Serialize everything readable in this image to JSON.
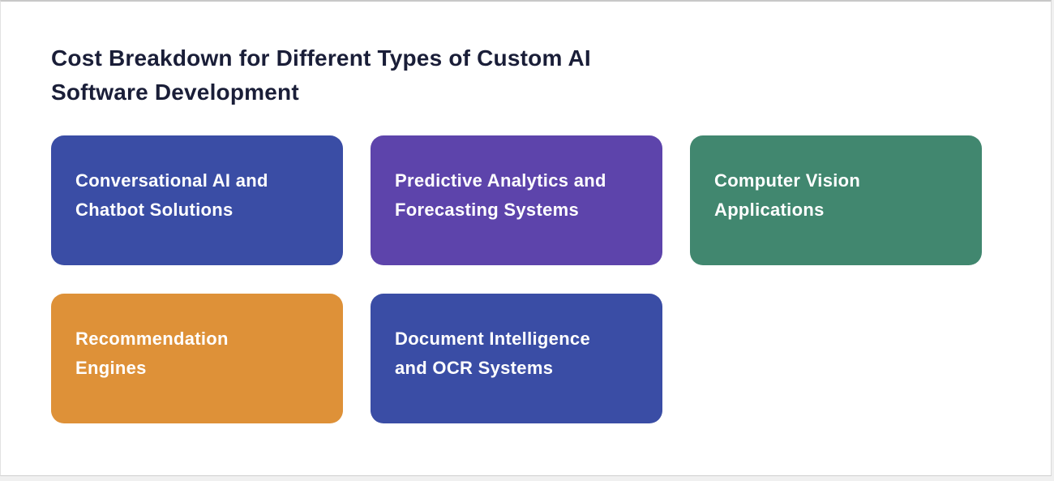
{
  "page": {
    "background_color": "#ffffff",
    "frame_border_color": "#c8c8c8",
    "title": "Cost Breakdown for Different Types of Custom AI Software Development",
    "title_lines": [
      "Cost Breakdown for Different Types of Custom AI",
      "Software Development"
    ],
    "title_color": "#1a1e38"
  },
  "cards": [
    {
      "label": "Conversational AI and Chatbot Solutions",
      "lines": [
        "Conversational AI and",
        "Chatbot Solutions"
      ],
      "color": "#3a4da5",
      "text_color": "#ffffff"
    },
    {
      "label": "Predictive Analytics and Forecasting Systems",
      "lines": [
        "Predictive Analytics and",
        "Forecasting Systems"
      ],
      "color": "#5d44ab",
      "text_color": "#ffffff"
    },
    {
      "label": "Computer Vision Applications",
      "lines": [
        "Computer Vision",
        "Applications"
      ],
      "color": "#41876f",
      "text_color": "#ffffff"
    },
    {
      "label": "Recommendation Engines",
      "lines": [
        "Recommendation",
        "Engines"
      ],
      "color": "#de9138",
      "text_color": "#ffffff"
    },
    {
      "label": "Document Intelligence and OCR Systems",
      "lines": [
        "Document Intelligence",
        "and OCR Systems"
      ],
      "color": "#3a4da5",
      "text_color": "#ffffff"
    }
  ]
}
